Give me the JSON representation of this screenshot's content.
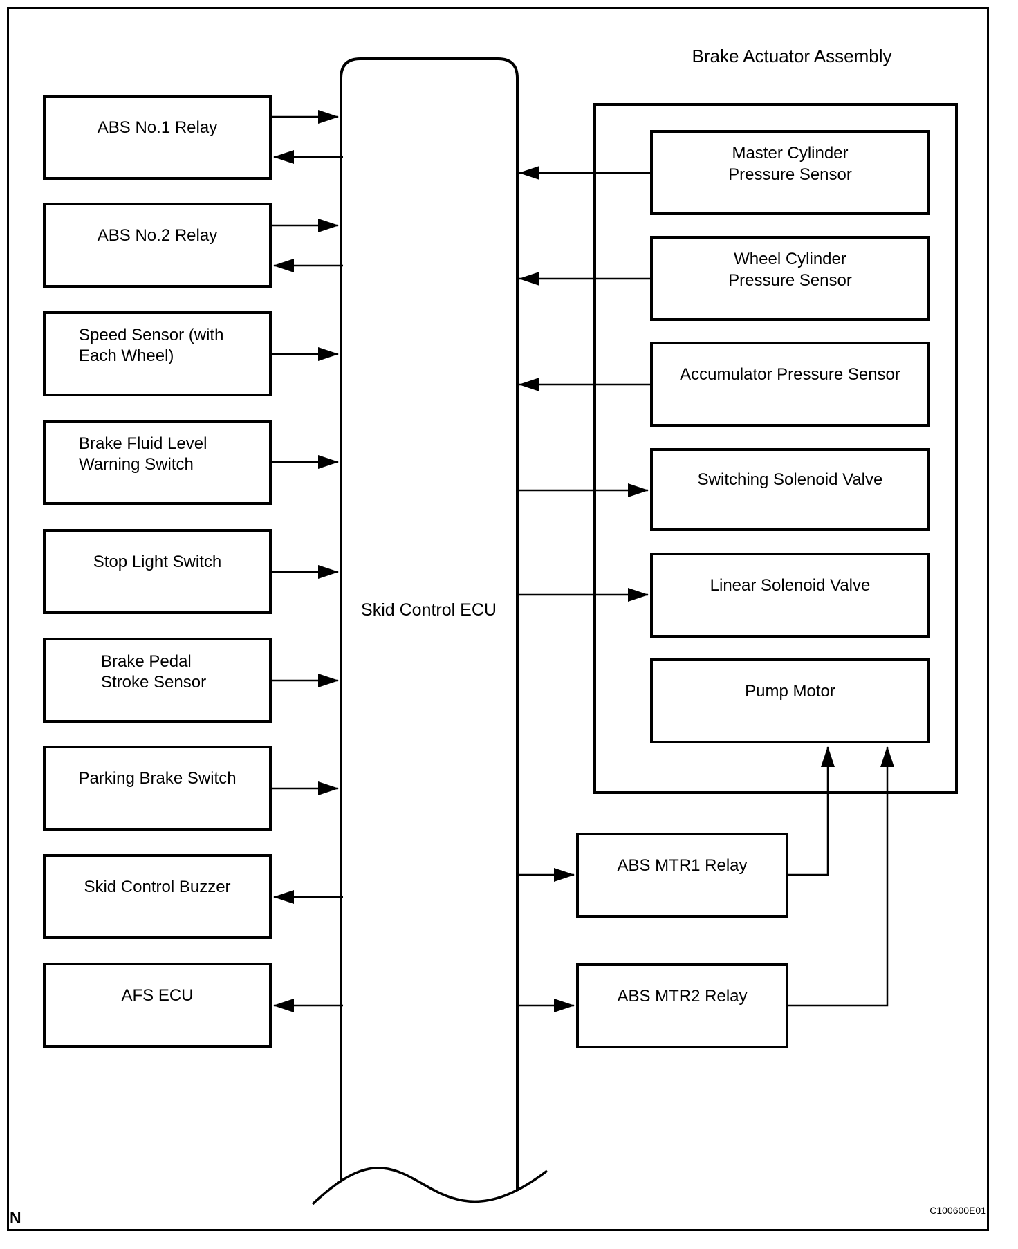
{
  "page": {
    "corner_mark": "N",
    "figure_code": "C100600E01"
  },
  "colors": {
    "ink": "#000000",
    "background": "#ffffff"
  },
  "diagram": {
    "ecu_label": "Skid Control ECU",
    "assembly_title": "Brake Actuator Assembly",
    "left_nodes": [
      {
        "label": "ABS No.1 Relay"
      },
      {
        "label": "ABS No.2 Relay"
      },
      {
        "line1": "Speed Sensor (with",
        "line2": "Each Wheel)"
      },
      {
        "line1": "Brake Fluid Level",
        "line2": "Warning Switch"
      },
      {
        "label": "Stop Light Switch"
      },
      {
        "line1": "Brake Pedal",
        "line2": "Stroke Sensor"
      },
      {
        "label": "Parking Brake Switch"
      },
      {
        "label": "Skid Control Buzzer"
      },
      {
        "label": "AFS ECU"
      }
    ],
    "assembly_nodes": [
      {
        "line1": "Master Cylinder",
        "line2": "Pressure Sensor"
      },
      {
        "line1": "Wheel Cylinder",
        "line2": "Pressure Sensor"
      },
      {
        "label": "Accumulator Pressure Sensor"
      },
      {
        "label": "Switching Solenoid Valve"
      },
      {
        "label": "Linear Solenoid Valve"
      },
      {
        "label": "Pump Motor"
      }
    ],
    "relay_nodes": [
      {
        "label": "ABS MTR1 Relay"
      },
      {
        "label": "ABS MTR2 Relay"
      }
    ]
  }
}
